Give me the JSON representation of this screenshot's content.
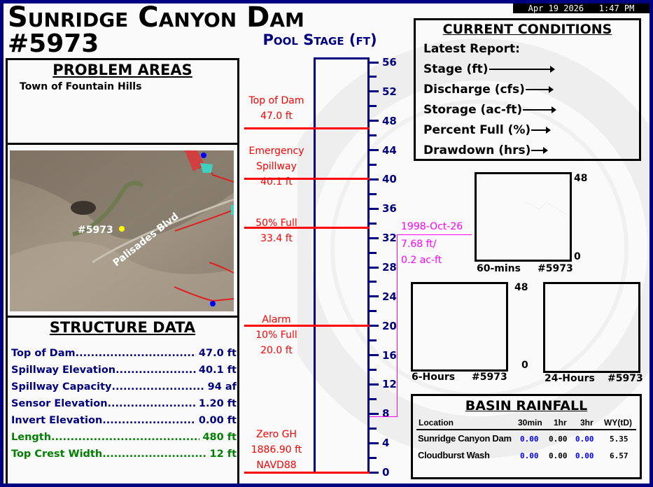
{
  "header": {
    "title": "Sunridge Canyon Dam",
    "id": "#5973",
    "datetime": "Apr 19 2026   1:47 PM"
  },
  "problem_areas": {
    "title": "PROBLEM AREAS",
    "items": [
      "Town of Fountain Hills"
    ]
  },
  "map": {
    "site_label": "#5973",
    "road_label": "Palisades Blvd"
  },
  "structure": {
    "title": "STRUCTURE DATA",
    "rows": [
      {
        "label": "Top of Dam",
        "value": "47.0 ft",
        "color": "#000080"
      },
      {
        "label": "Spillway Elevation",
        "value": "40.1 ft",
        "color": "#000080"
      },
      {
        "label": "Spillway Capacity",
        "value": "94 af",
        "color": "#000080"
      },
      {
        "label": "Sensor Elevation",
        "value": "1.20 ft",
        "color": "#000080"
      },
      {
        "label": "Invert Elevation",
        "value": "0.00 ft",
        "color": "#000080"
      },
      {
        "label": "Length",
        "value": "480 ft",
        "color": "#008000"
      },
      {
        "label": "Top Crest Width",
        "value": "12 ft",
        "color": "#008000"
      }
    ]
  },
  "pool": {
    "title": "Pool Stage (ft)",
    "min": 0,
    "max": 56,
    "ticks": [
      "0",
      "4",
      "8",
      "12",
      "16",
      "20",
      "24",
      "28",
      "32",
      "36",
      "40",
      "44",
      "48",
      "52",
      "56"
    ],
    "levels": [
      {
        "name": "top-of-dam",
        "value": 47.0,
        "lines": [
          "Top of Dam",
          "47.0 ft"
        ]
      },
      {
        "name": "emergency-spillway",
        "value": 40.1,
        "lines": [
          "Emergency",
          "Spillway",
          "40.1 ft"
        ]
      },
      {
        "name": "fifty-percent-full",
        "value": 33.4,
        "lines": [
          "50% Full",
          "33.4 ft"
        ]
      },
      {
        "name": "alarm",
        "value": 20.0,
        "lines": [
          "Alarm",
          "10% Full",
          "20.0 ft"
        ]
      },
      {
        "name": "zero-gh",
        "value": 0,
        "lines": [
          "Zero GH",
          "1886.90 ft",
          "NAVD88"
        ]
      }
    ],
    "record": {
      "date": "1998-Oct-26",
      "stage": "7.68 ft/",
      "storage": "0.2 ac-ft",
      "value": 7.68
    }
  },
  "conditions": {
    "title": "CURRENT CONDITIONS",
    "latest": "Latest Report:",
    "rows": [
      "Stage (ft)",
      "Discharge (cfs)",
      "Storage (ac-ft)",
      "Percent Full (%)",
      "Drawdown (hrs)"
    ]
  },
  "rain_charts": [
    {
      "label": "60-mins",
      "id": "#5973",
      "max": "48",
      "min": "0"
    },
    {
      "label": "6-Hours",
      "id": "#5973",
      "max": "48",
      "min": "0"
    },
    {
      "label": "24-Hours",
      "id": "#5973"
    }
  ],
  "basin": {
    "title": "BASIN RAINFALL",
    "columns": [
      "Location",
      "30min",
      "1hr",
      "3hr",
      "WY(tD)"
    ],
    "rows": [
      {
        "location": "Sunridge Canyon Dam",
        "m30": "0.00",
        "h1": "0.00",
        "h3": "0.00",
        "wy": "5.35"
      },
      {
        "location": "Cloudburst Wash",
        "m30": "0.00",
        "h1": "0.00",
        "h3": "0.00",
        "wy": "6.57"
      }
    ]
  },
  "colors": {
    "frame": "#000080",
    "levels": "#ff0000",
    "record": "#ff00ff",
    "blue_values": "#0000ff"
  }
}
